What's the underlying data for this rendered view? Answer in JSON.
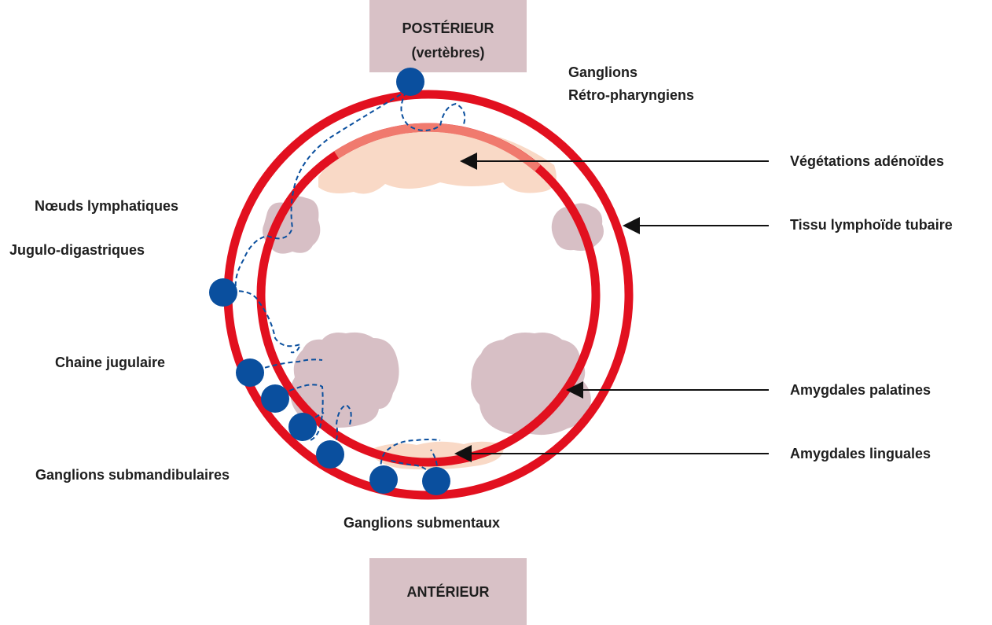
{
  "orientation": {
    "posterior_line1": "POSTÉRIEUR",
    "posterior_line2": "(vertèbres)",
    "anterior": "ANTÉRIEUR"
  },
  "labels": {
    "retro_line1": "Ganglions",
    "retro_line2": "Rétro-pharyngiens",
    "adenoids": "Végétations adénoïdes",
    "tubal": "Tissu lymphoïde tubaire",
    "palatine": "Amygdales palatines",
    "lingual": "Amygdales linguales",
    "nodes_line1": "Nœuds lymphatiques",
    "nodes_line2": "Jugulo-digastriques",
    "jugular": "Chaine jugulaire",
    "submandibular": "Ganglions submandibulaires",
    "submental": "Ganglions submentaux"
  },
  "colors": {
    "ring_red": "#e2101f",
    "adenoid_band": "#f07a6e",
    "node_blue": "#0a4f9e",
    "tissue_peach": "#f9d9c6",
    "tissue_mauve": "#d7bfc5",
    "box_fill": "#d8c1c6",
    "arrow": "#111111"
  }
}
